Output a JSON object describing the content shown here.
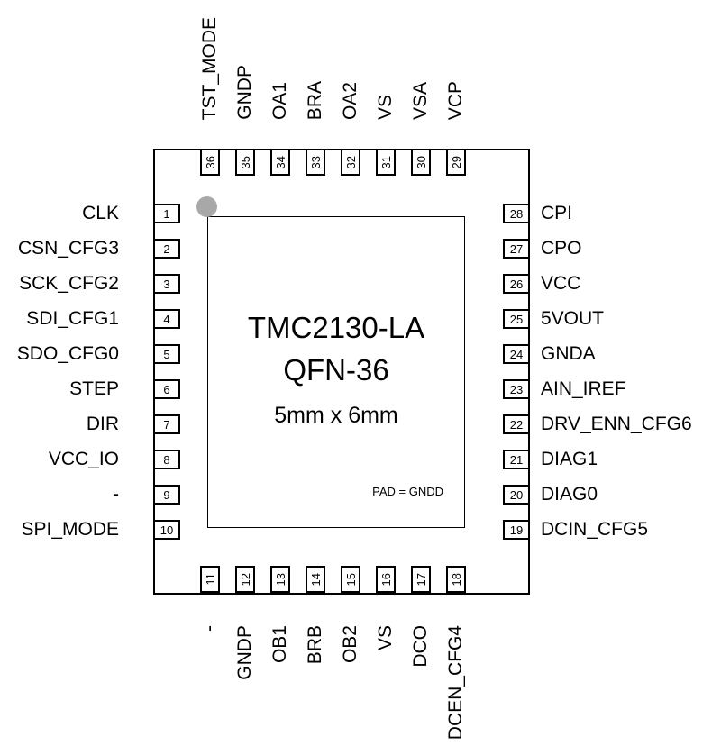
{
  "chip": {
    "title": "TMC2130-LA",
    "package": "QFN-36",
    "dimensions": "5mm x 6mm",
    "pad_note": "PAD = GNDD"
  },
  "colors": {
    "pin1_marker": "#a8a8a8",
    "outline": "#000000",
    "background": "#ffffff"
  },
  "pins": {
    "left": [
      {
        "number": "1",
        "label": "CLK"
      },
      {
        "number": "2",
        "label": "CSN_CFG3"
      },
      {
        "number": "3",
        "label": "SCK_CFG2"
      },
      {
        "number": "4",
        "label": "SDI_CFG1"
      },
      {
        "number": "5",
        "label": "SDO_CFG0"
      },
      {
        "number": "6",
        "label": "STEP"
      },
      {
        "number": "7",
        "label": "DIR"
      },
      {
        "number": "8",
        "label": "VCC_IO"
      },
      {
        "number": "9",
        "label": "-"
      },
      {
        "number": "10",
        "label": "SPI_MODE"
      }
    ],
    "right": [
      {
        "number": "28",
        "label": "CPI"
      },
      {
        "number": "27",
        "label": "CPO"
      },
      {
        "number": "26",
        "label": "VCC"
      },
      {
        "number": "25",
        "label": "5VOUT"
      },
      {
        "number": "24",
        "label": "GNDA"
      },
      {
        "number": "23",
        "label": "AIN_IREF"
      },
      {
        "number": "22",
        "label": "DRV_ENN_CFG6"
      },
      {
        "number": "21",
        "label": "DIAG1"
      },
      {
        "number": "20",
        "label": "DIAG0"
      },
      {
        "number": "19",
        "label": "DCIN_CFG5"
      }
    ],
    "top": [
      {
        "number": "36",
        "label": "TST_MODE"
      },
      {
        "number": "35",
        "label": "GNDP"
      },
      {
        "number": "34",
        "label": "OA1"
      },
      {
        "number": "33",
        "label": "BRA"
      },
      {
        "number": "32",
        "label": "OA2"
      },
      {
        "number": "31",
        "label": "VS"
      },
      {
        "number": "30",
        "label": "VSA"
      },
      {
        "number": "29",
        "label": "VCP"
      }
    ],
    "bottom": [
      {
        "number": "11",
        "label": "-"
      },
      {
        "number": "12",
        "label": "GNDP"
      },
      {
        "number": "13",
        "label": "OB1"
      },
      {
        "number": "14",
        "label": "BRB"
      },
      {
        "number": "15",
        "label": "OB2"
      },
      {
        "number": "16",
        "label": "VS"
      },
      {
        "number": "17",
        "label": "DCO"
      },
      {
        "number": "18",
        "label": "DCEN_CFG4"
      }
    ]
  }
}
